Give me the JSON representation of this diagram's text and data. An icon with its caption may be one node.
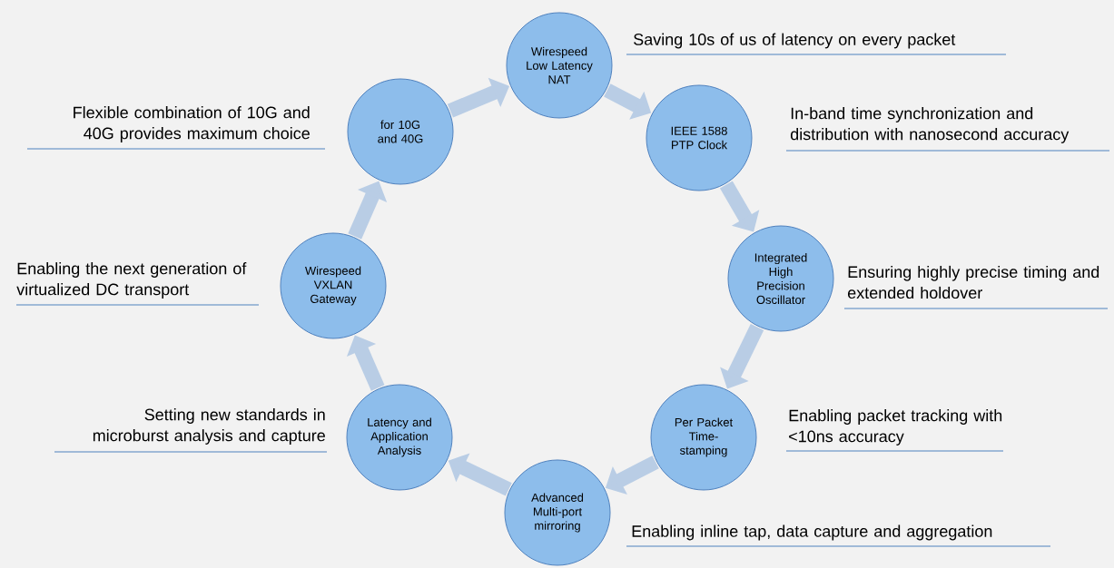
{
  "diagram": {
    "nodes": [
      {
        "text": [
          "Wirespeed Low Latency NAT"
        ],
        "beside": [
          "Saving 10s of us of latency on every packet"
        ]
      },
      {
        "text": [
          "IEEE 1588 PTP Clock"
        ],
        "beside": [
          "In-band time synchronization and distribution with nanosecond accuracy"
        ]
      },
      {
        "text": [
          "Integrated High Precision Oscillator"
        ],
        "beside": [
          "Ensuring highly precise timing and extended holdover"
        ]
      },
      {
        "text": [
          "Per Packet Time-stamping"
        ],
        "beside": [
          "Enabling packet tracking with <10ns accuracy"
        ]
      },
      {
        "text": [
          "Advanced Multi-port mirroring"
        ],
        "beside": [
          "Enabling inline tap, data capture and aggregation"
        ]
      },
      {
        "text": [
          "Latency and Application Analysis"
        ],
        "beside": [
          "Setting new standards in microburst analysis and capture"
        ]
      },
      {
        "text": [
          "Wirespeed VXLAN Gateway"
        ],
        "beside": [
          "Enabling the next generation of virtualized DC transport"
        ]
      },
      {
        "text": [
          "for 10G and 40G"
        ],
        "beside": [
          "Flexible combination of 10G and 40G provides maximum choice"
        ]
      }
    ],
    "edges": [
      {
        "from": 7,
        "to": 0,
        "arrow": "to"
      },
      {
        "from": 0,
        "to": 1,
        "arrow": "to"
      },
      {
        "from": 1,
        "to": 2,
        "arrow": "to"
      },
      {
        "from": 2,
        "to": 3,
        "arrow": "to"
      },
      {
        "from": 3,
        "to": 4,
        "arrow": "to"
      },
      {
        "from": 4,
        "to": 5,
        "arrow": "to"
      },
      {
        "from": 5,
        "to": 6,
        "arrow": "to"
      },
      {
        "from": 6,
        "to": 7,
        "arrow": "to"
      }
    ]
  }
}
